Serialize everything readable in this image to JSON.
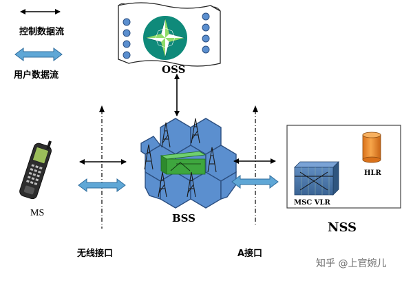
{
  "legend": {
    "control_flow": "控制数据流",
    "user_flow": "用户数据流"
  },
  "nodes": {
    "oss": "OSS",
    "bss": "BSS",
    "ms": "MS",
    "nss": "NSS",
    "msc_vlr": "MSC VLR",
    "hlr": "HLR"
  },
  "interfaces": {
    "air": "无线接口",
    "a": "A接口"
  },
  "watermark": "知乎 @上官婉儿",
  "colors": {
    "hex_fill": "#5b8fcf",
    "hex_stroke": "#2c4f80",
    "bsc_green": "#3ea63e",
    "user_arrow": "#5fa7d6",
    "hlr_orange": "#f0922e",
    "msc_blue": "#4a78ad",
    "oss_compass": "#0f8a7a"
  }
}
